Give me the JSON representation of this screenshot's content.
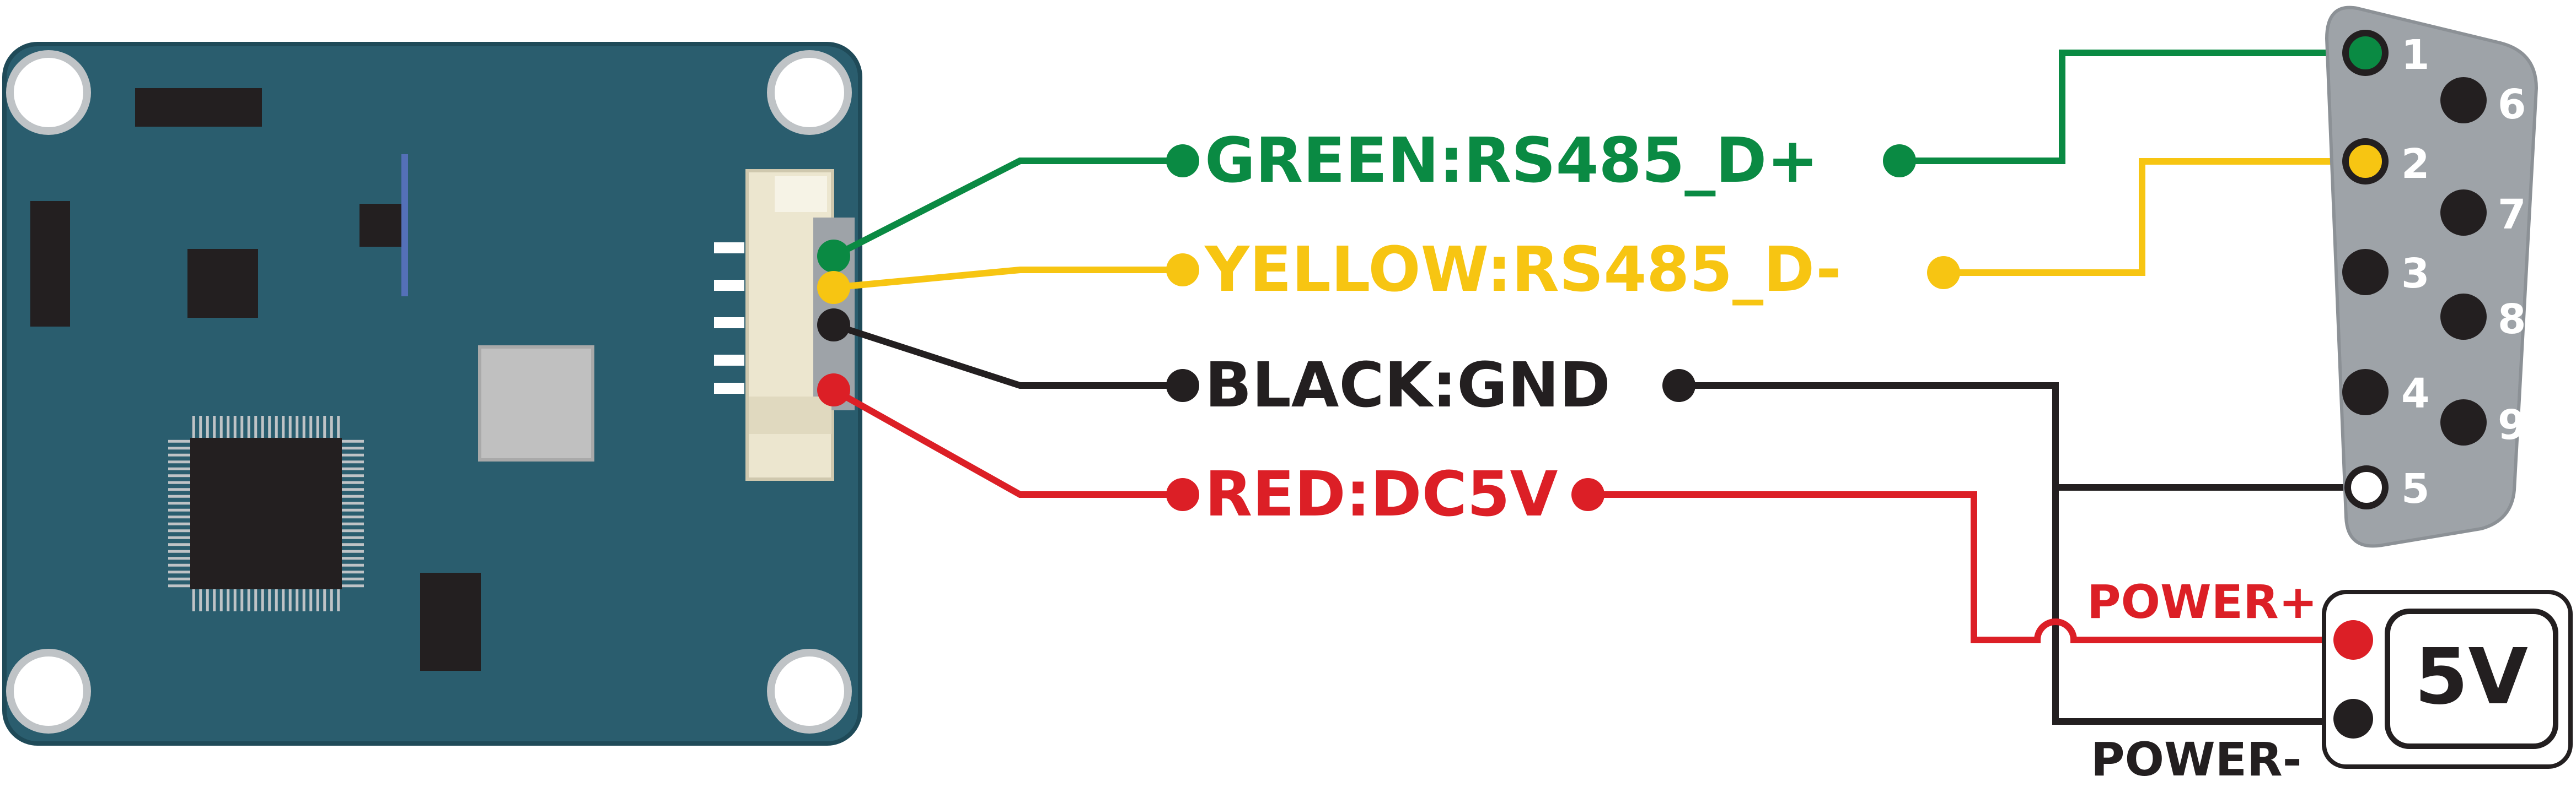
{
  "wires": [
    {
      "label": "GREEN:RS485_D+",
      "color": "#0a8a43"
    },
    {
      "label": "YELLOW:RS485_D-",
      "color": "#f7c512"
    },
    {
      "label": "BLACK:GND",
      "color": "#231f20"
    },
    {
      "label": "RED:DC5V",
      "color": "#dc1f26"
    }
  ],
  "db9_pins": {
    "top_row": [
      "1",
      "2",
      "3",
      "4",
      "5"
    ],
    "bottom_row": [
      "6",
      "7",
      "8",
      "9"
    ]
  },
  "power": {
    "plus_label": "POWER+",
    "minus_label": "POWER-",
    "supply_label": "5V"
  },
  "colors": {
    "board": "#2a5d6e",
    "board_edge": "#1f4a58",
    "connector_body": "#9ea3a8",
    "chip": "#231f20",
    "pin_hole": "#231f20"
  }
}
